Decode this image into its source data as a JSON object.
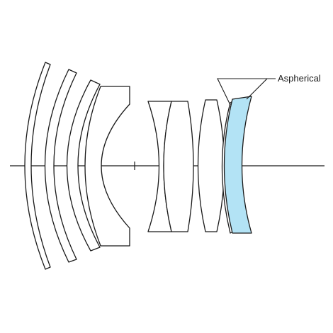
{
  "diagram": {
    "type": "optical-lens-cross-section",
    "element_count": 9,
    "annotation": {
      "text": "Aspherical",
      "target_element": 9
    },
    "colors": {
      "outline": "#1a1a1a",
      "aspherical_fill": "#b3e3f5",
      "background": "#ffffff"
    }
  }
}
